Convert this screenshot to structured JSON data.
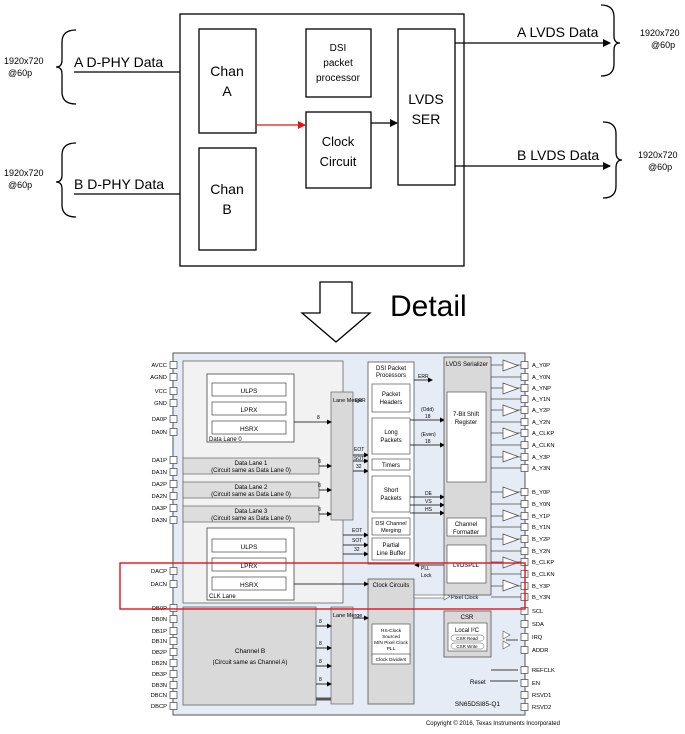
{
  "top": {
    "in_a_res": "1920x720",
    "in_a_rate": "@60p",
    "in_a_label": "A D-PHY Data",
    "in_b_res": "1920x720",
    "in_b_rate": "@60p",
    "in_b_label": "B D-PHY Data",
    "chan_a_1": "Chan",
    "chan_a_2": "A",
    "chan_b_1": "Chan",
    "chan_b_2": "B",
    "dsi_1": "DSI",
    "dsi_2": "packet",
    "dsi_3": "processor",
    "clock_1": "Clock",
    "clock_2": "Circuit",
    "ser_1": "LVDS",
    "ser_2": "SER",
    "out_a_label": "A LVDS Data",
    "out_a_res": "1920x720",
    "out_a_rate": "@60p",
    "out_b_label": "B LVDS Data",
    "out_b_res": "1920x720",
    "out_b_rate": "@60p"
  },
  "detail_label": "Detail",
  "chip": {
    "left_pins_top": [
      "AVCC",
      "AGND",
      "VCC",
      "GND",
      "DA0P",
      "DA0N"
    ],
    "left_pins_lanes": [
      "DA1P",
      "DA1N",
      "DA2P",
      "DA2N",
      "DA3P",
      "DA3N"
    ],
    "left_pins_clk": [
      "DACP",
      "DACN"
    ],
    "left_pins_b": [
      "DB0P",
      "DB0N",
      "DB1P",
      "DB1N",
      "DB2P",
      "DB2N",
      "DB3P",
      "DB3N",
      "DBCN",
      "DBCP"
    ],
    "lane0_blocks": [
      "ULPS",
      "LPRX",
      "HSRX"
    ],
    "lane0_label": "Data Lane 0",
    "lane1_1": "Data Lane 1",
    "lane1_2": "(Circuit same as Data Lane 0)",
    "lane2_1": "Data Lane 2",
    "lane2_2": "(Circuit same as Data Lane 0)",
    "lane3_1": "Data Lane 3",
    "lane3_2": "(Circuit same as Data Lane 0)",
    "clk_blocks": [
      "ULPS",
      "LPRX",
      "HSRX"
    ],
    "clk_label": "CLK Lane",
    "chan_b_1": "Channel B",
    "chan_b_2": "(Circuit same as Channel A)",
    "lane_merge_a": "Lane Merge",
    "lane_merge_b": "Lane Merge",
    "err": "ERR",
    "eot": "EOT",
    "sot": "SOT",
    "bus8": "8",
    "bus32": "32",
    "dsi_title_1": "DSI Packet",
    "dsi_title_2": "Processors",
    "dsi_err": "ERR",
    "packet_headers_1": "Packet",
    "packet_headers_2": "Headers",
    "long_packets_1": "Long",
    "long_packets_2": "Packets",
    "odd": "(Odd)",
    "even": "(Even)",
    "bus18": "18",
    "timers": "Timers",
    "short_packets_1": "Short",
    "short_packets_2": "Packets",
    "de": "DE",
    "vs": "VS",
    "hs": "HS",
    "dsi_merging_1": "DSI Channel",
    "dsi_merging_2": "Merging",
    "partial_1": "Partial",
    "partial_2": "Line Buffer",
    "clock_circuits": "Clock Circuits",
    "pll_lock_1": "PLL",
    "pll_lock_2": "Lock",
    "pixel_clock": "Pixel Clock",
    "hs_clock": [
      "HS-Clock",
      "Sourced",
      "M/N Pixel Clock",
      "PLL"
    ],
    "clock_dividers": "Clock Dividers",
    "lvds_serializer": "LVDS Serializer",
    "shift_reg_1": "7-Bit Shift",
    "shift_reg_2": "Register",
    "channel_formatter_1": "Channel",
    "channel_formatter_2": "Formatter",
    "lvdspll": "LVDSPLL",
    "csr": "CSR",
    "local_i2c": "Local I²C",
    "csr_read": "CSR Read",
    "csr_write": "CSR Write",
    "reset": "Reset",
    "right_pins_a": [
      "A_Y0P",
      "A_Y0N",
      "A_YNP",
      "A_Y1N",
      "A_Y2P",
      "A_Y2N",
      "A_CLKP",
      "A_CLKN",
      "A_Y3P",
      "A_Y3N"
    ],
    "right_pins_b": [
      "B_Y0P",
      "B_Y0N",
      "B_Y1P",
      "B_Y1N",
      "B_Y2P",
      "B_Y2N",
      "B_CLKP",
      "B_CLKN",
      "B_Y3P",
      "B_Y3N"
    ],
    "right_pins_ctrl": [
      "SCL",
      "SDA",
      "IRQ",
      "ADDR"
    ],
    "right_pins_misc": [
      "REFCLK",
      "EN",
      "RSVD1",
      "RSVD2"
    ],
    "part": "SN65DSI85-Q1",
    "copyright": "Copyright © 2016, Texas Instruments Incorporated"
  },
  "colors": {
    "highlight": "#e8101a",
    "chip_bg": "#e6ecf5",
    "block_gray": "#d9d9d9",
    "lane_bg": "#f2f2f2"
  }
}
